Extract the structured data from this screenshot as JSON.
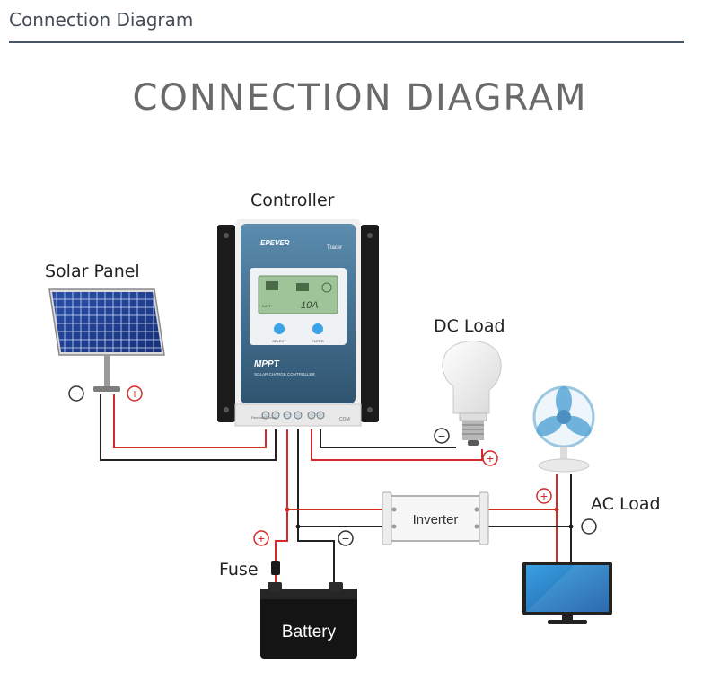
{
  "header": {
    "title": "Connection Diagram"
  },
  "diagram": {
    "title": "CONNECTION DIAGRAM",
    "labels": {
      "controller": "Controller",
      "solar_panel": "Solar Panel",
      "dc_load": "DC Load",
      "ac_load": "AC Load",
      "fuse": "Fuse",
      "battery": "Battery",
      "inverter": "Inverter"
    },
    "controller_panel": {
      "brand": "EPEVER",
      "model": "Tracer",
      "lcd_value": "10A",
      "lcd_small": "BATT",
      "select": "SELECT",
      "enter": "ENTER",
      "mppt": "MPPT",
      "subtitle": "SOLAR CHARGE CONTROLLER",
      "terminal_left": "Remote Sensor",
      "terminal_right": "COM"
    },
    "polarity": {
      "positive": "+",
      "negative": "−"
    },
    "colors": {
      "positive_wire": "#d42a2a",
      "negative_wire": "#222222",
      "controller_body": "#3d6a8a"
    }
  }
}
